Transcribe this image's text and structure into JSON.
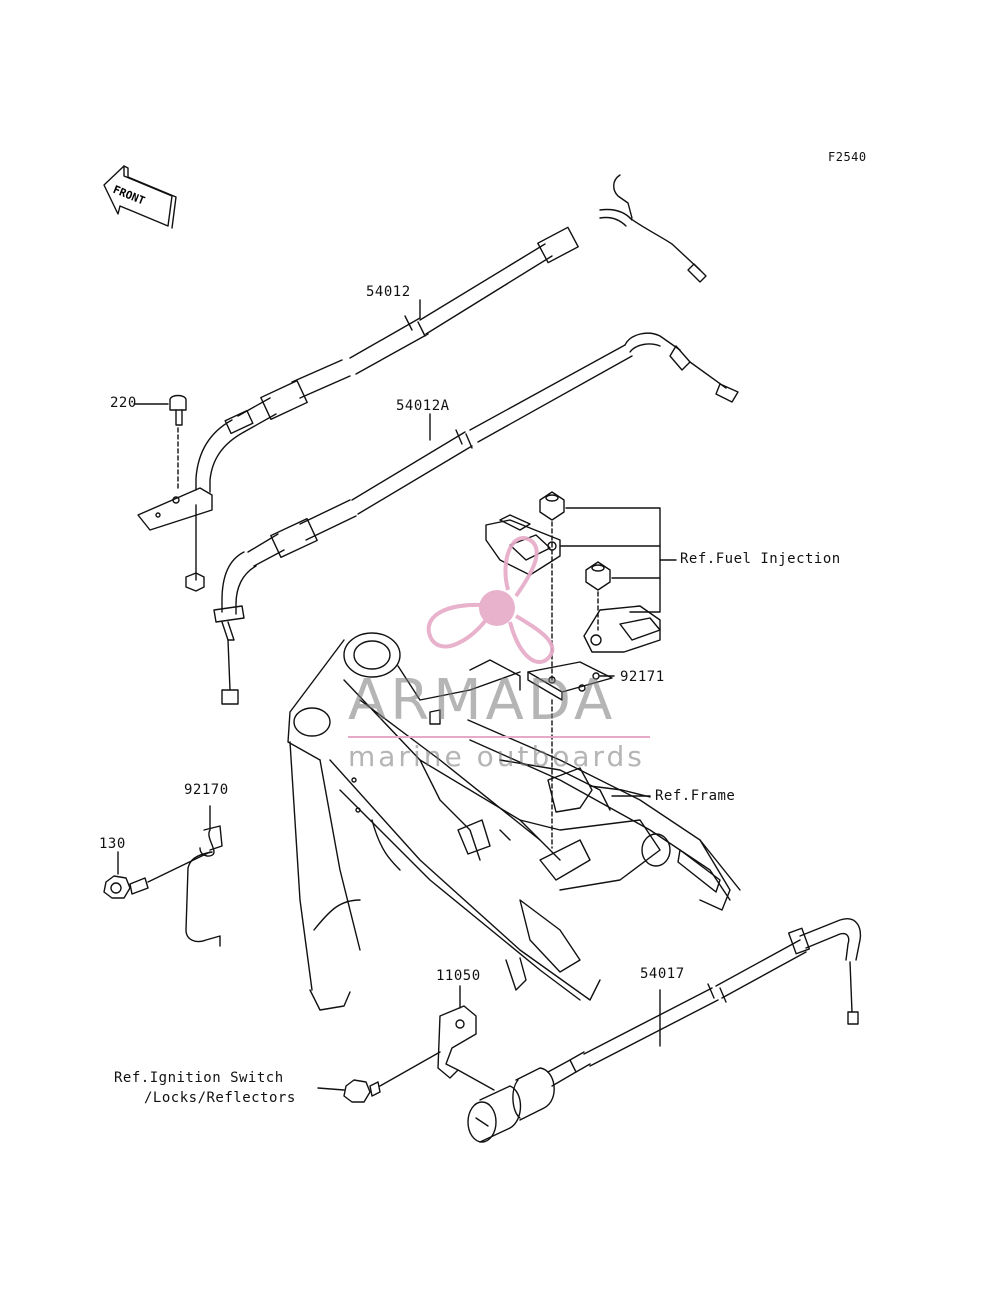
{
  "diagram_code": "F2540",
  "front_label": "FRONT",
  "watermark": {
    "brand": "ARMADA",
    "tagline": "marine outboards",
    "accent_color": "#e6a9c7"
  },
  "parts": {
    "p54012": "54012",
    "p54012A": "54012A",
    "p220": "220",
    "p92171": "92171",
    "p92170": "92170",
    "p130": "130",
    "p11050": "11050",
    "p54017": "54017"
  },
  "references": {
    "fuel_injection": "Ref.Fuel Injection",
    "frame": "Ref.Frame",
    "ignition_line1": "Ref.Ignition Switch",
    "ignition_line2": "/Locks/Reflectors"
  }
}
